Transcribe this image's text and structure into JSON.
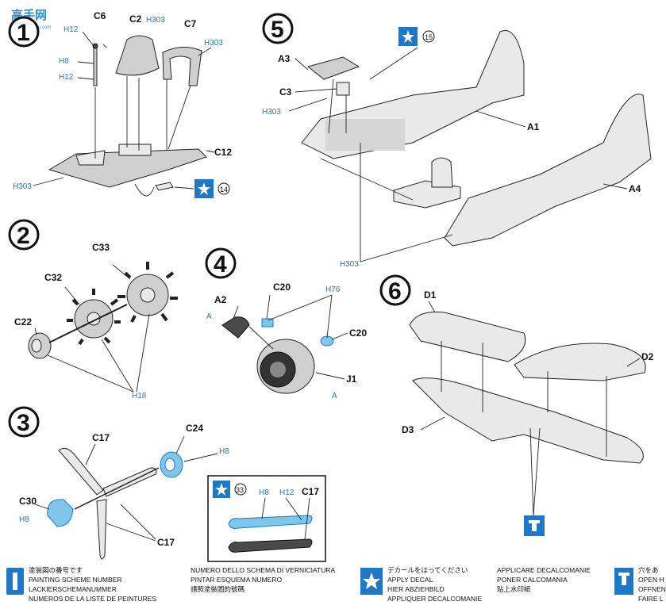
{
  "watermark": {
    "top": "高手网",
    "bottom": "www.gaoshou.com"
  },
  "steps": {
    "s1": {
      "number": "1",
      "parts": [
        "C6",
        "C2",
        "C7",
        "C12"
      ],
      "paint": [
        "H12",
        "H8",
        "H12",
        "H303",
        "H303",
        "H303"
      ],
      "decal": "14"
    },
    "s2": {
      "number": "2",
      "parts": [
        "C33",
        "C32",
        "C22"
      ],
      "paint": [
        "H18"
      ]
    },
    "s3": {
      "number": "3",
      "parts": [
        "C17",
        "C24",
        "C30",
        "C17"
      ],
      "paint": [
        "H8",
        "H8"
      ],
      "inset": {
        "decal": "33",
        "paint": [
          "H8",
          "H12"
        ],
        "part": "C17"
      }
    },
    "s4": {
      "number": "4",
      "parts": [
        "A2",
        "C20",
        "C20",
        "J1"
      ],
      "paint": [
        "A",
        "H76",
        "A"
      ]
    },
    "s5": {
      "number": "5",
      "parts": [
        "A3",
        "C3",
        "A1",
        "A4"
      ],
      "paint": [
        "H303",
        "H303"
      ],
      "decal": "15"
    },
    "s6": {
      "number": "6",
      "parts": [
        "D1",
        "D2",
        "D3"
      ]
    }
  },
  "legend": {
    "paint_number": [
      "塗装図の番号です",
      "PAINTING SCHEME NUMBER",
      "LACKIERSCHEMANUMMER",
      "NUMEROS DE LA LISTE DE PEINTURES"
    ],
    "paint_number_2": [
      "NUMERO DELLO SCHEMA DI VERNICIATURA",
      "PINTAR ESQUEMA NUMERO",
      "請照塗裝圖的號碼"
    ],
    "apply_decal": [
      "デカールをはってください",
      "APPLY DECAL",
      "HIER ABZIEHBILD",
      "APPLIQUER DECALCOMANIE"
    ],
    "apply_decal_2": [
      "APPLICARE DECALCOMANIE",
      "PONER CALCOMANIA",
      "貼上水印紙"
    ],
    "open_hole": [
      "穴をあ",
      "OPEN H",
      "OFFNEN",
      "FAIRE L"
    ]
  }
}
